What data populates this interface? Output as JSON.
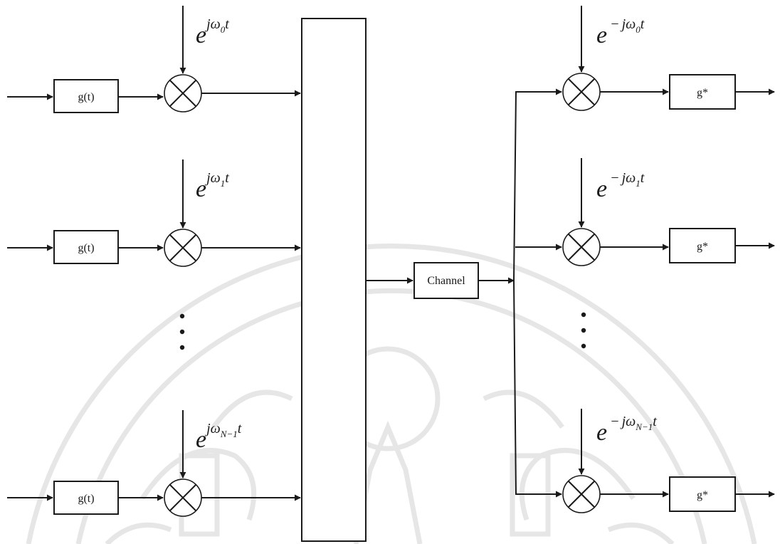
{
  "boxes": {
    "pulse_shape": "g(t)",
    "matched": "g*",
    "channel": "Channel"
  },
  "exponentials": {
    "tx": [
      {
        "base": "e",
        "sign": "",
        "j": "j",
        "omega": "ω",
        "index": "0",
        "t": "t"
      },
      {
        "base": "e",
        "sign": "",
        "j": "j",
        "omega": "ω",
        "index": "1",
        "t": "t"
      },
      {
        "base": "e",
        "sign": "",
        "j": "j",
        "omega": "ω",
        "index": "N−1",
        "t": "t"
      }
    ],
    "rx": [
      {
        "base": "e",
        "sign": "−",
        "j": "j",
        "omega": "ω",
        "index": "0",
        "t": "t"
      },
      {
        "base": "e",
        "sign": "−",
        "j": "j",
        "omega": "ω",
        "index": "1",
        "t": "t"
      },
      {
        "base": "e",
        "sign": "−",
        "j": "j",
        "omega": "ω",
        "index": "N−1",
        "t": "t"
      }
    ]
  },
  "colors": {
    "ink": "#1a1a1a",
    "watermark": "#e6e6e6"
  }
}
